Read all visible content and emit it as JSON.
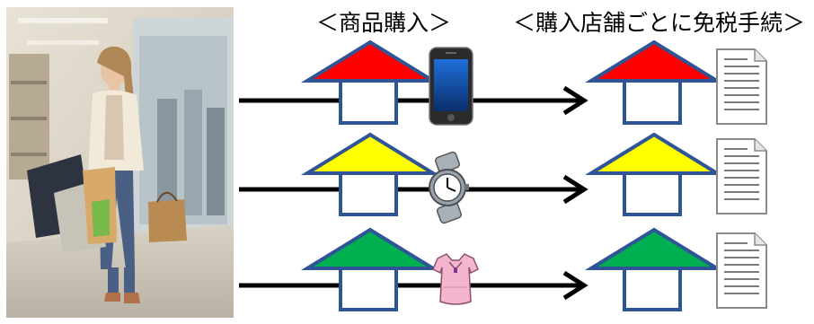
{
  "headings": {
    "purchase": "＜商品購入＞",
    "tax_free": "＜購入店舗ごとに免税手続＞"
  },
  "rows": [
    {
      "store_color": "#ff0000",
      "item_icon": "smartphone-icon",
      "document_icon": "document-icon"
    },
    {
      "store_color": "#ffff00",
      "item_icon": "wristwatch-icon",
      "document_icon": "document-icon"
    },
    {
      "store_color": "#00b050",
      "item_icon": "dress-icon",
      "document_icon": "document-icon"
    }
  ],
  "colors": {
    "house_outline": "#2f5597",
    "arrow": "#000000",
    "house_body": "#ffffff"
  },
  "photo": {
    "subject": "woman-with-shopping-bags-photo"
  }
}
